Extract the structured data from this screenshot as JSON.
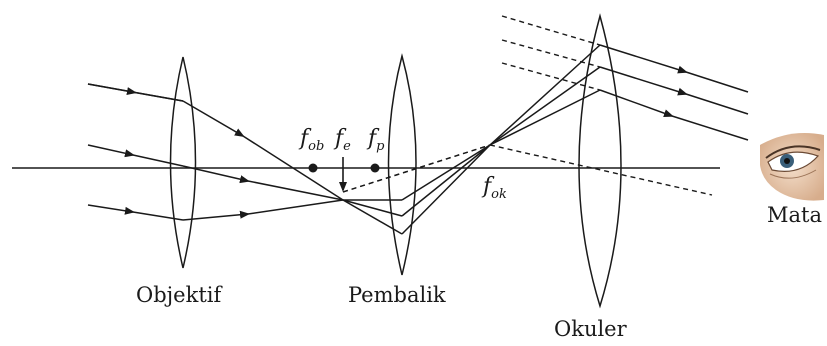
{
  "labels": {
    "objective": "Objektif",
    "inverter": "Pembalik",
    "eyepiece": "Okuler",
    "eye": "Mata"
  },
  "focal_points": {
    "f_ob": {
      "symbol": "f",
      "subscript": "ob"
    },
    "f_e": {
      "symbol": "f",
      "subscript": "e"
    },
    "f_p": {
      "symbol": "f",
      "subscript": "p"
    },
    "f_ok": {
      "symbol": "f",
      "subscript": "ok"
    }
  },
  "colors": {
    "line": "#1a1a1a",
    "eye_skin": "#e6c4a8",
    "eye_iris": "#3a5f7a"
  },
  "icons": {
    "eye": "eye-icon"
  }
}
